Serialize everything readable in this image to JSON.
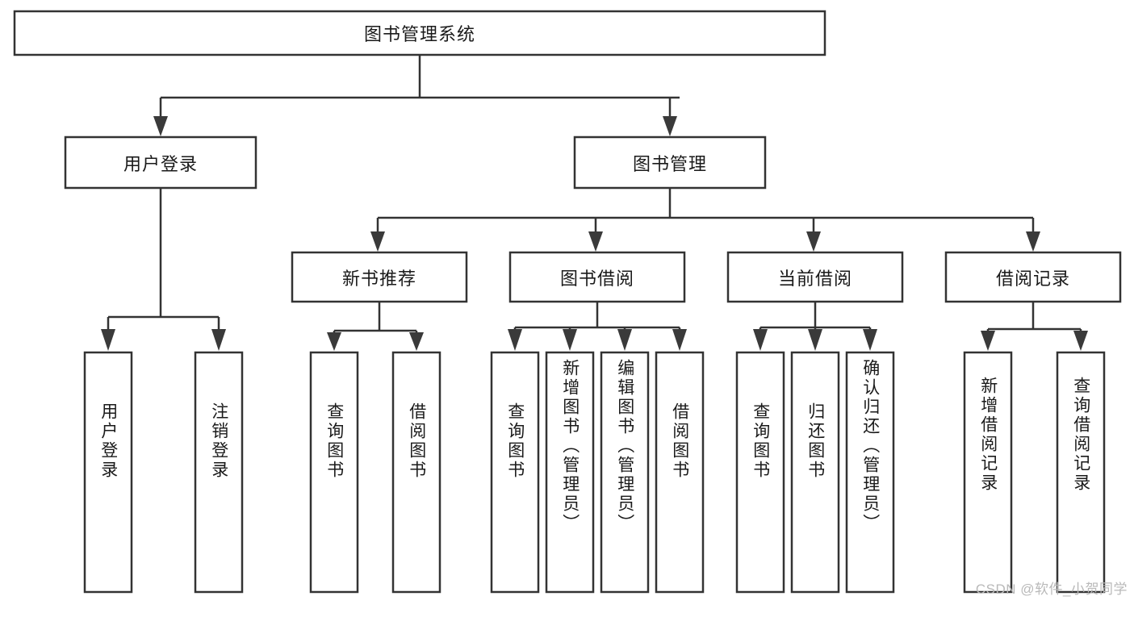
{
  "diagram": {
    "type": "hierarchy-tree",
    "title": "图书管理系统",
    "watermark": "CSDN @软件_小贺同学",
    "levels": {
      "root": {
        "label": "图书管理系统",
        "orientation": "horizontal"
      },
      "level2": [
        {
          "id": "user-login",
          "label": "用户登录",
          "orientation": "horizontal"
        },
        {
          "id": "book-management",
          "label": "图书管理",
          "orientation": "horizontal"
        }
      ],
      "level3": [
        {
          "id": "new-book-recommend",
          "label": "新书推荐",
          "orientation": "horizontal",
          "parent": "book-management"
        },
        {
          "id": "book-borrow",
          "label": "图书借阅",
          "orientation": "horizontal",
          "parent": "book-management"
        },
        {
          "id": "current-borrow",
          "label": "当前借阅",
          "orientation": "horizontal",
          "parent": "book-management"
        },
        {
          "id": "borrow-record",
          "label": "借阅记录",
          "orientation": "horizontal",
          "parent": "book-management"
        }
      ],
      "leaves": [
        {
          "id": "leaf-user-login",
          "label": "用户登录",
          "orientation": "vertical",
          "parent": "user-login"
        },
        {
          "id": "leaf-logout",
          "label": "注销登录",
          "orientation": "vertical",
          "parent": "user-login"
        },
        {
          "id": "leaf-query-book-1",
          "label": "查询图书",
          "orientation": "vertical",
          "parent": "new-book-recommend"
        },
        {
          "id": "leaf-borrow-book-1",
          "label": "借阅图书",
          "orientation": "vertical",
          "parent": "new-book-recommend"
        },
        {
          "id": "leaf-query-book-2",
          "label": "查询图书",
          "orientation": "vertical",
          "parent": "book-borrow"
        },
        {
          "id": "leaf-add-book",
          "label": "新增图书（管理员）",
          "orientation": "vertical",
          "parent": "book-borrow"
        },
        {
          "id": "leaf-edit-book",
          "label": "编辑图书（管理员）",
          "orientation": "vertical",
          "parent": "book-borrow"
        },
        {
          "id": "leaf-borrow-book-2",
          "label": "借阅图书",
          "orientation": "vertical",
          "parent": "book-borrow"
        },
        {
          "id": "leaf-query-book-3",
          "label": "查询图书",
          "orientation": "vertical",
          "parent": "current-borrow"
        },
        {
          "id": "leaf-return-book",
          "label": "归还图书",
          "orientation": "vertical",
          "parent": "current-borrow"
        },
        {
          "id": "leaf-confirm-return",
          "label": "确认归还（管理员）",
          "orientation": "vertical",
          "parent": "current-borrow"
        },
        {
          "id": "leaf-add-record",
          "label": "新增借阅记录",
          "orientation": "vertical",
          "parent": "borrow-record"
        },
        {
          "id": "leaf-query-record",
          "label": "查询借阅记录",
          "orientation": "vertical",
          "parent": "borrow-record"
        }
      ]
    },
    "colors": {
      "stroke": "#333333",
      "fill": "#ffffff",
      "text": "#1a1a1a",
      "watermark": "#b9b9b9"
    }
  }
}
